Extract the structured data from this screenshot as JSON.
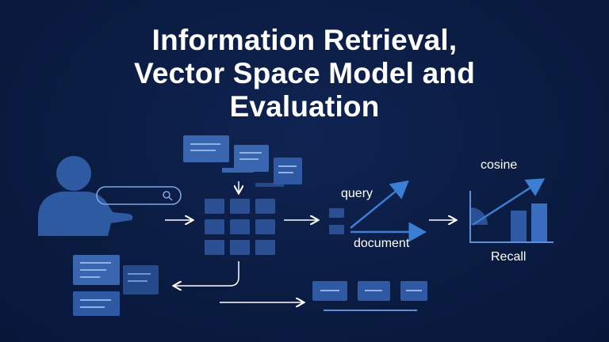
{
  "title": {
    "line1": "Information Retrieval,",
    "line2": "Vector Space Model and",
    "line3": "Evaluation"
  },
  "labels": {
    "query": "query",
    "document": "document",
    "cosine": "cosine",
    "recall": "Recall"
  },
  "colors": {
    "background": "#0b1c42",
    "card": "#3a66b0",
    "card_dark": "#244a8c",
    "card_line": "#8fb3e8",
    "grid_cell": "#2a4f93",
    "arrow_white": "#ffffff",
    "arrow_blue": "#3b7fd4",
    "person": "#2d5aa0"
  },
  "icons": [
    "person-icon",
    "search-icon",
    "document-icon",
    "grid-icon",
    "arrow-icon",
    "bar-chart-icon"
  ]
}
